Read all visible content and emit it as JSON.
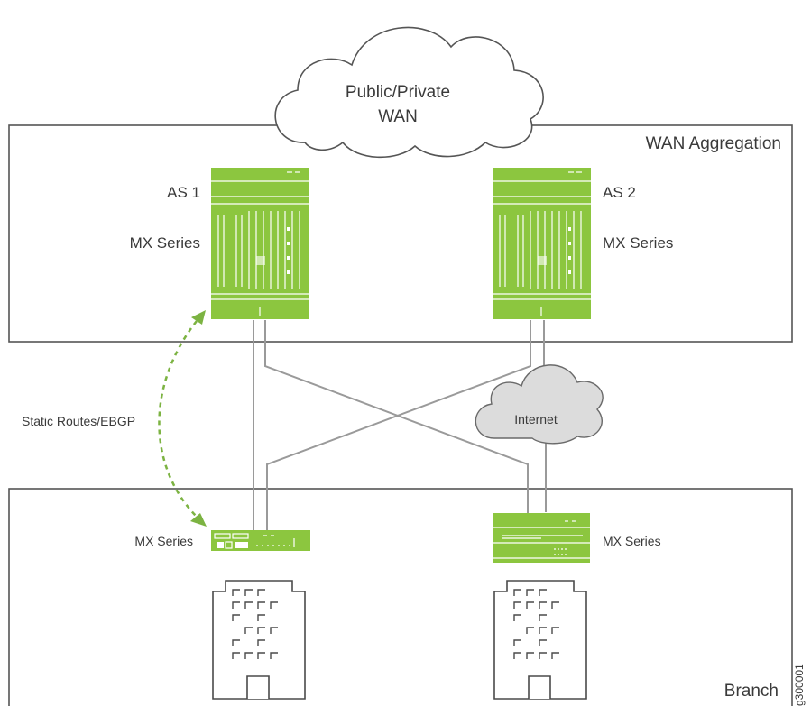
{
  "wan_cloud": {
    "line1": "Public/Private",
    "line2": "WAN"
  },
  "wan_aggregation": {
    "title": "WAN Aggregation",
    "router_left": {
      "as_label": "AS 1",
      "series_label": "MX Series"
    },
    "router_right": {
      "as_label": "AS 2",
      "series_label": "MX Series"
    }
  },
  "internet_cloud": {
    "label": "Internet"
  },
  "static_routes": {
    "label": "Static Routes/EBGP"
  },
  "branch": {
    "title": "Branch",
    "router_left": {
      "series_label": "MX Series"
    },
    "router_right": {
      "series_label": "MX Series"
    }
  },
  "figure_id": "g300001",
  "colors": {
    "device_green": "#8cc63f",
    "arrow_green": "#7cb342",
    "link_gray": "#9a9a9a",
    "internet_cloud_fill": "#dcdcdc"
  }
}
